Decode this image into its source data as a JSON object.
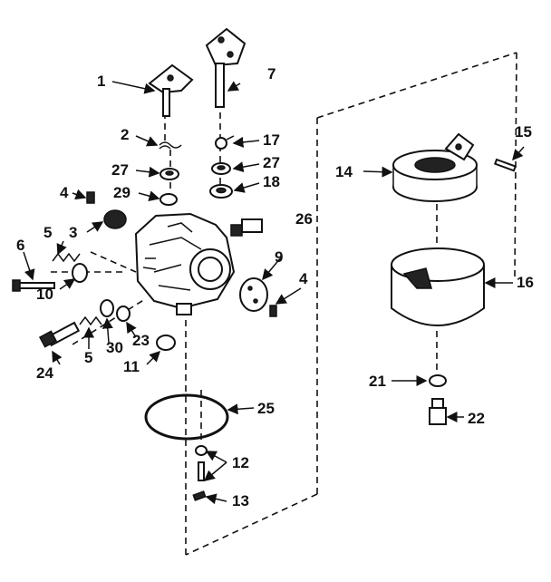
{
  "diagram": {
    "callouts": {
      "c1": "1",
      "c2": "2",
      "c3": "3",
      "c4a": "4",
      "c4b": "4",
      "c5a": "5",
      "c5b": "5",
      "c6": "6",
      "c7": "7",
      "c9": "9",
      "c10": "10",
      "c11": "11",
      "c12": "12",
      "c13": "13",
      "c14": "14",
      "c15": "15",
      "c16": "16",
      "c17": "17",
      "c18": "18",
      "c21": "21",
      "c22": "22",
      "c23": "23",
      "c24": "24",
      "c25": "25",
      "c26": "26",
      "c27a": "27",
      "c27b": "27",
      "c29": "29",
      "c30": "30"
    }
  }
}
